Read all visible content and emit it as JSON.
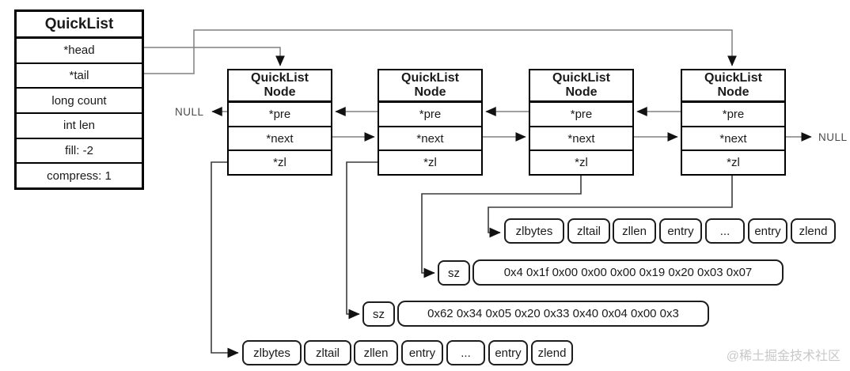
{
  "quicklist": {
    "title": "QuickList",
    "fields": [
      "*head",
      "*tail",
      "long count",
      "int len",
      "fill: -2",
      "compress: 1"
    ]
  },
  "nodes": [
    {
      "title": "QuickList\nNode",
      "fields": [
        "*pre",
        "*next",
        "*zl"
      ]
    },
    {
      "title": "QuickList\nNode",
      "fields": [
        "*pre",
        "*next",
        "*zl"
      ]
    },
    {
      "title": "QuickList\nNode",
      "fields": [
        "*pre",
        "*next",
        "*zl"
      ]
    },
    {
      "title": "QuickList\nNode",
      "fields": [
        "*pre",
        "*next",
        "*zl"
      ]
    }
  ],
  "null_labels": {
    "left": "NULL",
    "right": "NULL"
  },
  "ziplists": {
    "top": [
      "zlbytes",
      "zltail",
      "zllen",
      "entry",
      "...",
      "entry",
      "zlend"
    ],
    "bottom": [
      "zlbytes",
      "zltail",
      "zllen",
      "entry",
      "...",
      "entry",
      "zlend"
    ]
  },
  "sz_rows": [
    {
      "label": "sz",
      "value": "0x4 0x1f 0x00 0x00 0x00 0x19 0x20 0x03 0x07"
    },
    {
      "label": "sz",
      "value": "0x62 0x34 0x05 0x20 0x33 0x40 0x04 0x00 0x3"
    }
  ],
  "watermark": "@稀土掘金技术社区",
  "colors": {
    "box_border": "#000000",
    "connector_gray": "#808080",
    "connector_dark": "#3c3c3c",
    "arrowhead": "#111111",
    "null_text": "#4a4a4a",
    "watermark": "#c8c8c8"
  }
}
